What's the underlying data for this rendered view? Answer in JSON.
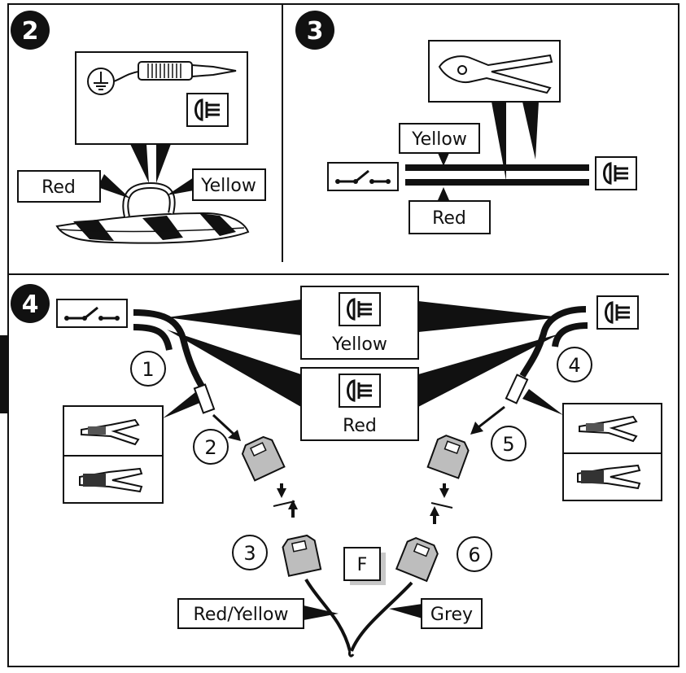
{
  "steps": {
    "step2": "2",
    "step3": "3",
    "step4": "4"
  },
  "panel2": {
    "label_left": "Red",
    "label_right": "Yellow",
    "tester_icon": "circuit-tester-icon",
    "ground_icon": "ground-symbol-icon",
    "fog_light_icon": "rear-fog-light-icon"
  },
  "panel3": {
    "label_top": "Yellow",
    "label_bottom": "Red",
    "switch_icon": "switch-icon",
    "cutter_icon": "side-cutter-icon",
    "fog_light_icon": "rear-fog-light-icon"
  },
  "panel4": {
    "box_yellow": "Yellow",
    "box_red": "Red",
    "callouts": [
      "1",
      "2",
      "3",
      "4",
      "5",
      "6"
    ],
    "connector_letter": "F",
    "wire_left": "Red/Yellow",
    "wire_right": "Grey",
    "crimp_tool_icon": "crimp-pliers-icon",
    "ratchet_tool_icon": "ratchet-crimper-icon"
  },
  "colors": {
    "ink": "#111111",
    "connector_fill": "#bdbdbd",
    "shadow": "#c8c8c8"
  }
}
